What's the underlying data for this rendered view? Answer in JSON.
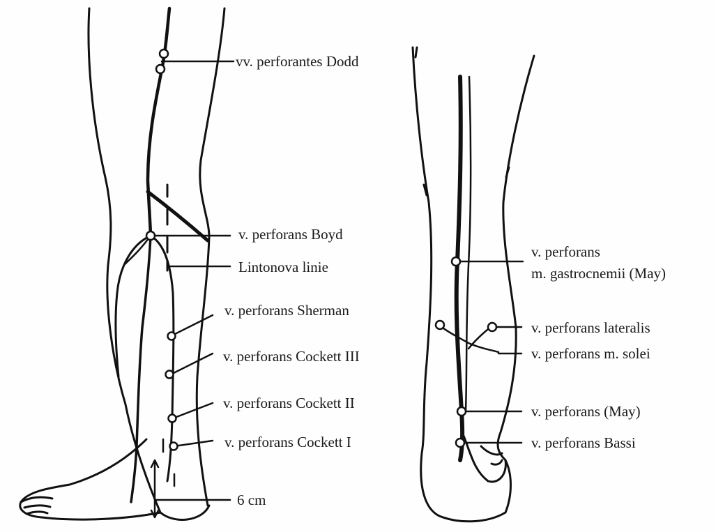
{
  "labels": {
    "dodd": "vv. perforantes Dodd",
    "boyd": "v. perforans Boyd",
    "linton": "Lintonova linie",
    "sherman": "v. perforans Sherman",
    "cockett3": "v. perforans Cockett III",
    "cockett2": "v. perforans Cockett II",
    "cockett1": "v. perforans Cockett I",
    "distance": "6 cm",
    "gastro_line1": "v. perforans",
    "gastro_line2": "m. gastrocnemii (May)",
    "lateralis": "v. perforans lateralis",
    "solei": "v. perforans m. solei",
    "may": "v. perforans (May)",
    "bassi": "v. perforans Bassi"
  }
}
